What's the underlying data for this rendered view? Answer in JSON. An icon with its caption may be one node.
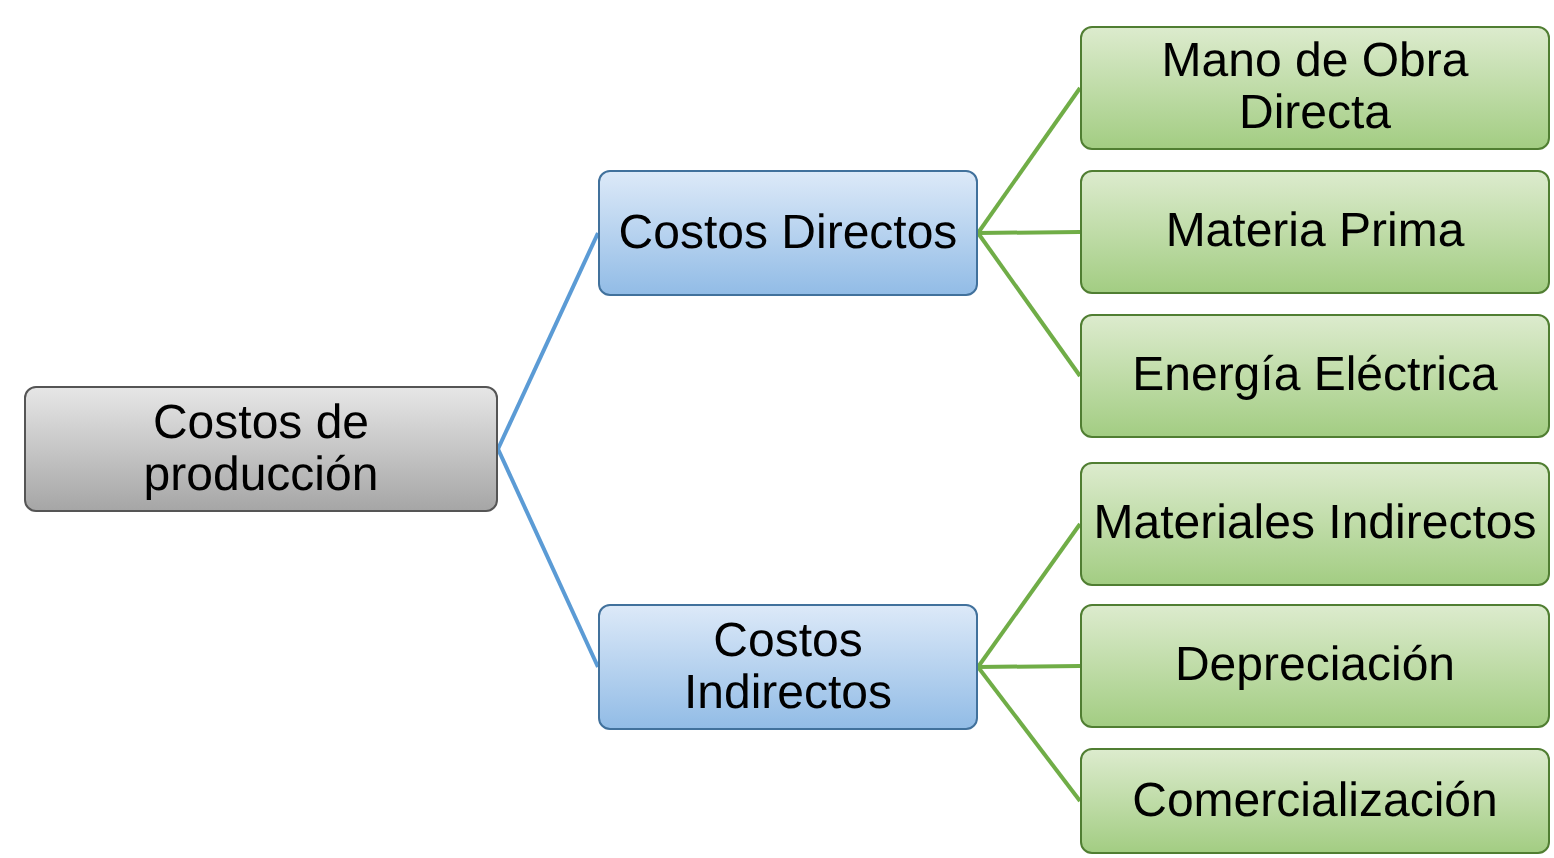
{
  "diagram": {
    "nodes": [
      {
        "text": [
          "Costos de producción"
        ]
      },
      {
        "text": [
          "Costos Directos"
        ]
      },
      {
        "text": [
          "Costos Indirectos"
        ]
      },
      {
        "text": [
          "Mano de Obra Directa"
        ]
      },
      {
        "text": [
          "Materia Prima"
        ]
      },
      {
        "text": [
          "Energía Eléctrica"
        ]
      },
      {
        "text": [
          "Materiales Indirectos"
        ]
      },
      {
        "text": [
          "Depreciación"
        ]
      },
      {
        "text": [
          "Comercialización"
        ]
      }
    ],
    "edges": [
      {
        "from": 0,
        "to": 1,
        "arrow": "none",
        "color": "#5b9bd5"
      },
      {
        "from": 0,
        "to": 2,
        "arrow": "none",
        "color": "#5b9bd5"
      },
      {
        "from": 1,
        "to": 3,
        "arrow": "none"
      },
      {
        "from": 1,
        "to": 4,
        "arrow": "none"
      },
      {
        "from": 1,
        "to": 5,
        "arrow": "none"
      },
      {
        "from": 2,
        "to": 6,
        "arrow": "none"
      },
      {
        "from": 2,
        "to": 7,
        "arrow": "none"
      },
      {
        "from": 2,
        "to": 8,
        "arrow": "none"
      }
    ]
  }
}
